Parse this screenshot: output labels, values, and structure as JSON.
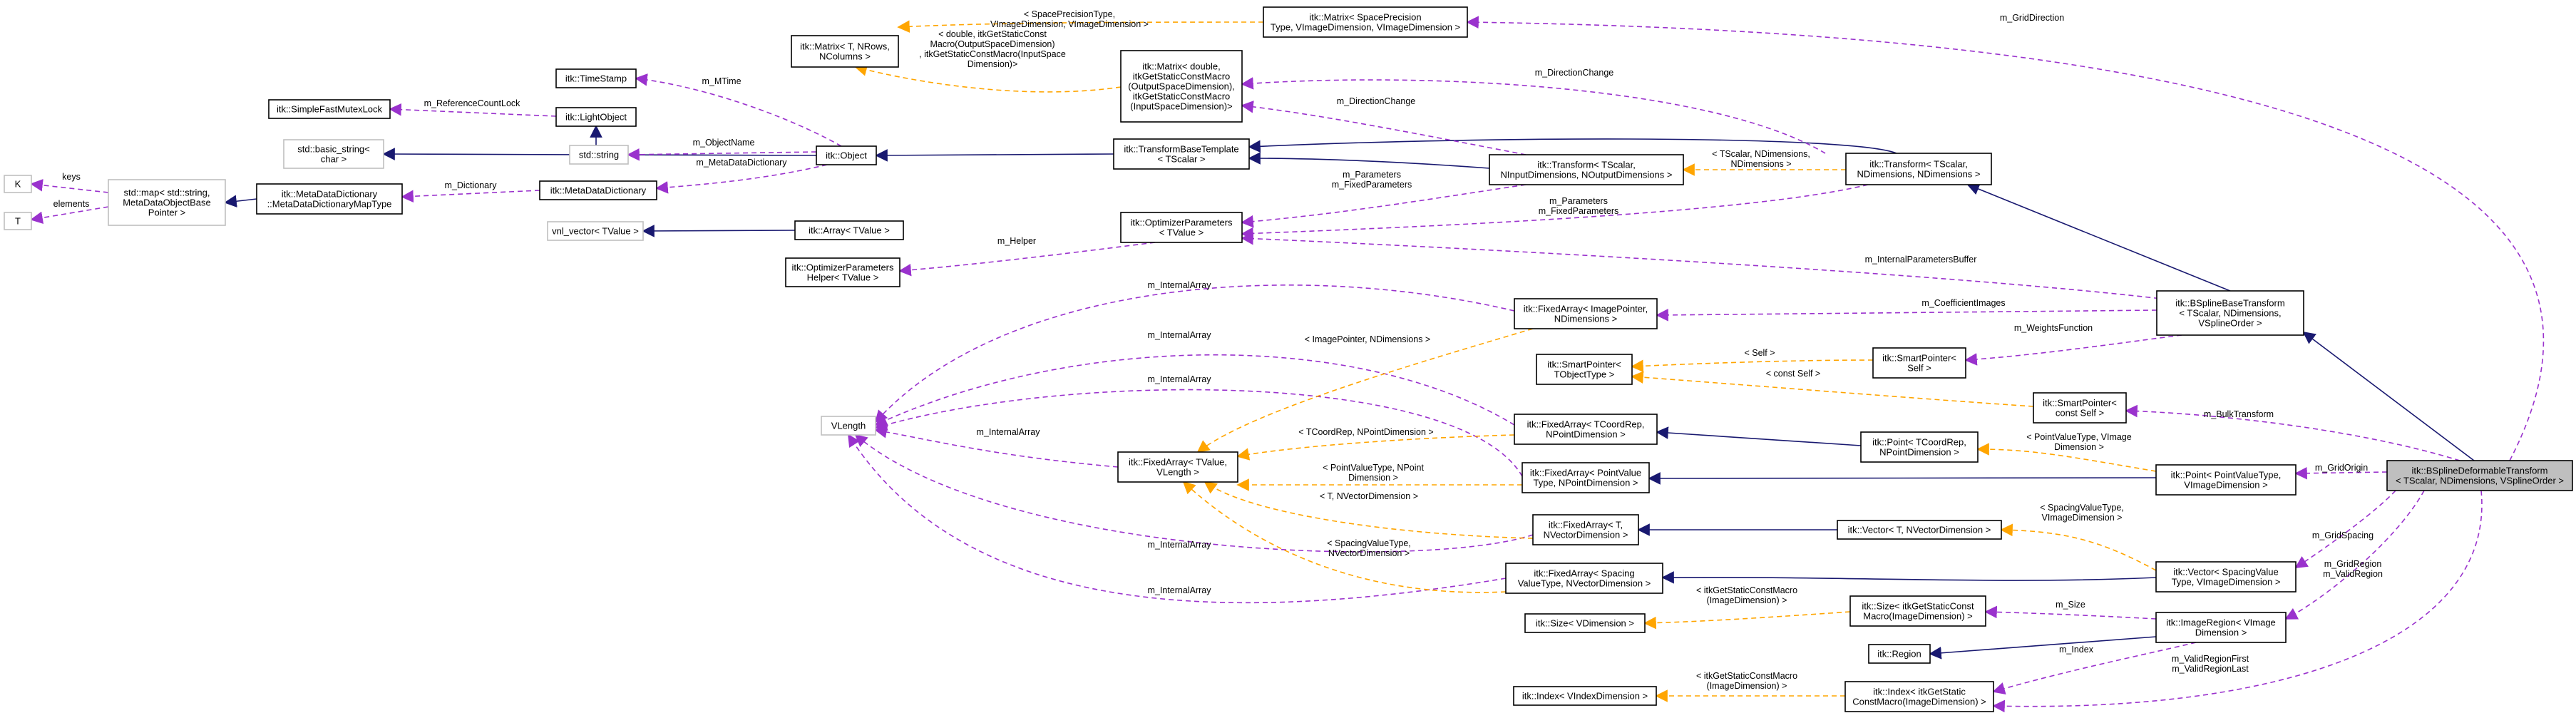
{
  "colors": {
    "inheritance": "#191970",
    "usage": "#9a32cd",
    "template_instance": "#ffa500",
    "focus_fill": "#bfbfbf",
    "external_border": "#bfbfbf"
  },
  "nodes": {
    "K": [
      "K"
    ],
    "T": [
      "T"
    ],
    "std_map": [
      "std::map< std::string,",
      "MetaDataObjectBase",
      "Pointer >"
    ],
    "simple_fast_mutex_lock": [
      "itk::SimpleFastMutexLock"
    ],
    "time_stamp": [
      "itk::TimeStamp"
    ],
    "light_object": [
      "itk::LightObject"
    ],
    "basic_string": [
      "std::basic_string<",
      "char >"
    ],
    "meta_data_dictionary_map_type": [
      "itk::MetaDataDictionary",
      "::MetaDataDictionaryMapType"
    ],
    "std_string": [
      "std::string"
    ],
    "meta_data_dictionary": [
      "itk::MetaDataDictionary"
    ],
    "object": [
      "itk::Object"
    ],
    "vnl_vector": [
      "vnl_vector< TValue >"
    ],
    "array": [
      "itk::Array< TValue >"
    ],
    "optimizer_parameters_helper": [
      "itk::OptimizerParameters",
      "Helper< TValue >"
    ],
    "matrix_t_nrows": [
      "itk::Matrix< T, NRows,",
      "NColumns >"
    ],
    "matrix_double": [
      "itk::Matrix< double,",
      "itkGetStaticConstMacro",
      "(OutputSpaceDimension),",
      "itkGetStaticConstMacro",
      "(InputSpaceDimension)>"
    ],
    "transform_base_template": [
      "itk::TransformBaseTemplate",
      "< TScalar >"
    ],
    "optimizer_parameters": [
      "itk::OptimizerParameters",
      "< TValue >"
    ],
    "matrix_space_precision": [
      "itk::Matrix< SpacePrecision",
      "Type, VImageDimension, VImageDimension >"
    ],
    "transform_tscalar_ninput": [
      "itk::Transform< TScalar,",
      "NInputDimensions, NOutputDimensions >"
    ],
    "transform_tscalar_ndim": [
      "itk::Transform< TScalar,",
      "NDimensions, NDimensions >"
    ],
    "vlength": [
      "VLength"
    ],
    "fixed_array_tvalue": [
      "itk::FixedArray< TValue,",
      "VLength >"
    ],
    "fixed_array_image_pointer": [
      "itk::FixedArray< ImagePointer,",
      "NDimensions >"
    ],
    "smart_pointer_tobject": [
      "itk::SmartPointer<",
      "TObjectType >"
    ],
    "fixed_array_tcoordrep": [
      "itk::FixedArray< TCoordRep,",
      "NPointDimension >"
    ],
    "fixed_array_point_value": [
      "itk::FixedArray< PointValue",
      "Type, NPointDimension >"
    ],
    "fixed_array_t_nvector": [
      "itk::FixedArray< T,",
      "NVectorDimension >"
    ],
    "fixed_array_spacing": [
      "itk::FixedArray< Spacing",
      "ValueType, NVectorDimension >"
    ],
    "size_vdimension": [
      "itk::Size< VDimension >"
    ],
    "index_vindex": [
      "itk::Index< VIndexDimension >"
    ],
    "smart_pointer_self": [
      "itk::SmartPointer<",
      "Self >"
    ],
    "smart_pointer_const_self": [
      "itk::SmartPointer<",
      "const Self >"
    ],
    "point_tcoordrep": [
      "itk::Point< TCoordRep,",
      "NPointDimension >"
    ],
    "vector_t_nvector": [
      "itk::Vector< T, NVectorDimension >"
    ],
    "size_itk": [
      "itk::Size< itkGetStaticConst",
      "Macro(ImageDimension) >"
    ],
    "region": [
      "itk::Region"
    ],
    "index_itk": [
      "itk::Index< itkGetStatic",
      "ConstMacro(ImageDimension) >"
    ],
    "bspline_base_transform": [
      "itk::BSplineBaseTransform",
      "< TScalar, NDimensions,",
      "VSplineOrder >"
    ],
    "point_point_value": [
      "itk::Point< PointValueType,",
      "VImageDimension >"
    ],
    "vector_spacing": [
      "itk::Vector< SpacingValue",
      "Type, VImageDimension >"
    ],
    "image_region": [
      "itk::ImageRegion< VImage",
      "Dimension >"
    ],
    "bspline_deformable_transform": [
      "itk::BSplineDeformableTransform",
      "< TScalar, NDimensions, VSplineOrder >"
    ]
  },
  "edge_labels": {
    "keys": [
      "keys"
    ],
    "elements": [
      "elements"
    ],
    "m_reference_count_lock": [
      "m_ReferenceCountLock"
    ],
    "m_mtime": [
      "m_MTime"
    ],
    "m_object_name": [
      "m_ObjectName"
    ],
    "m_dictionary": [
      "m_Dictionary"
    ],
    "m_meta_data_dictionary": [
      "m_MetaDataDictionary"
    ],
    "m_helper": [
      "m_Helper"
    ],
    "m_parameters_fixed_1": [
      "m_Parameters",
      "m_FixedParameters"
    ],
    "m_parameters_fixed_2": [
      "m_Parameters",
      "m_FixedParameters"
    ],
    "m_direction_change_1": [
      "m_DirectionChange"
    ],
    "m_direction_change_2": [
      "m_DirectionChange"
    ],
    "matrix_space_args": [
      "< SpacePrecisionType,",
      "VImageDimension, VImageDimension >"
    ],
    "matrix_double_args": [
      "< double, itkGetStaticConst",
      "Macro(OutputSpaceDimension)",
      ", itkGetStaticConstMacro(InputSpace",
      "Dimension)>"
    ],
    "transform_args": [
      "< TScalar, NDimensions,",
      "NDimensions >"
    ],
    "m_grid_direction": [
      "m_GridDirection"
    ],
    "m_internal_parameters_buffer": [
      "m_InternalParametersBuffer"
    ],
    "m_coefficient_images": [
      "m_CoefficientImages"
    ],
    "m_weights_function": [
      "m_WeightsFunction"
    ],
    "self_arg": [
      "< Self >"
    ],
    "const_self_arg": [
      "< const Self >"
    ],
    "m_bulk_transform": [
      "m_BulkTransform"
    ],
    "m_internal_array_1": [
      "m_InternalArray"
    ],
    "m_internal_array_2": [
      "m_InternalArray"
    ],
    "m_internal_array_3": [
      "m_InternalArray"
    ],
    "m_internal_array_4": [
      "m_InternalArray"
    ],
    "m_internal_array_5": [
      "m_InternalArray"
    ],
    "m_internal_array_6": [
      "m_InternalArray"
    ],
    "image_pointer_args": [
      "< ImagePointer, NDimensions >"
    ],
    "tcoordrep_args": [
      "< TCoordRep, NPointDimension >"
    ],
    "point_value_type_args": [
      "< PointValueType, NPoint",
      "Dimension >"
    ],
    "t_nvector_args": [
      "< T, NVectorDimension >"
    ],
    "spacing_value_type_args": [
      "< SpacingValueType,",
      "NVectorDimension >"
    ],
    "point_value_type_image_args": [
      "< PointValueType, VImage",
      "Dimension >"
    ],
    "spacing_value_type_image_args": [
      "< SpacingValueType,",
      "VImageDimension >"
    ],
    "m_grid_origin": [
      "m_GridOrigin"
    ],
    "m_grid_spacing": [
      "m_GridSpacing"
    ],
    "m_grid_region": [
      "m_GridRegion",
      "m_ValidRegion"
    ],
    "size_image_dimension_args": [
      "< itkGetStaticConstMacro",
      "(ImageDimension) >"
    ],
    "index_image_dimension_args": [
      "< itkGetStaticConstMacro",
      "(ImageDimension) >"
    ],
    "m_size": [
      "m_Size"
    ],
    "m_index": [
      "m_Index"
    ],
    "m_valid_region_first_last": [
      "m_ValidRegionFirst",
      "m_ValidRegionLast"
    ]
  }
}
